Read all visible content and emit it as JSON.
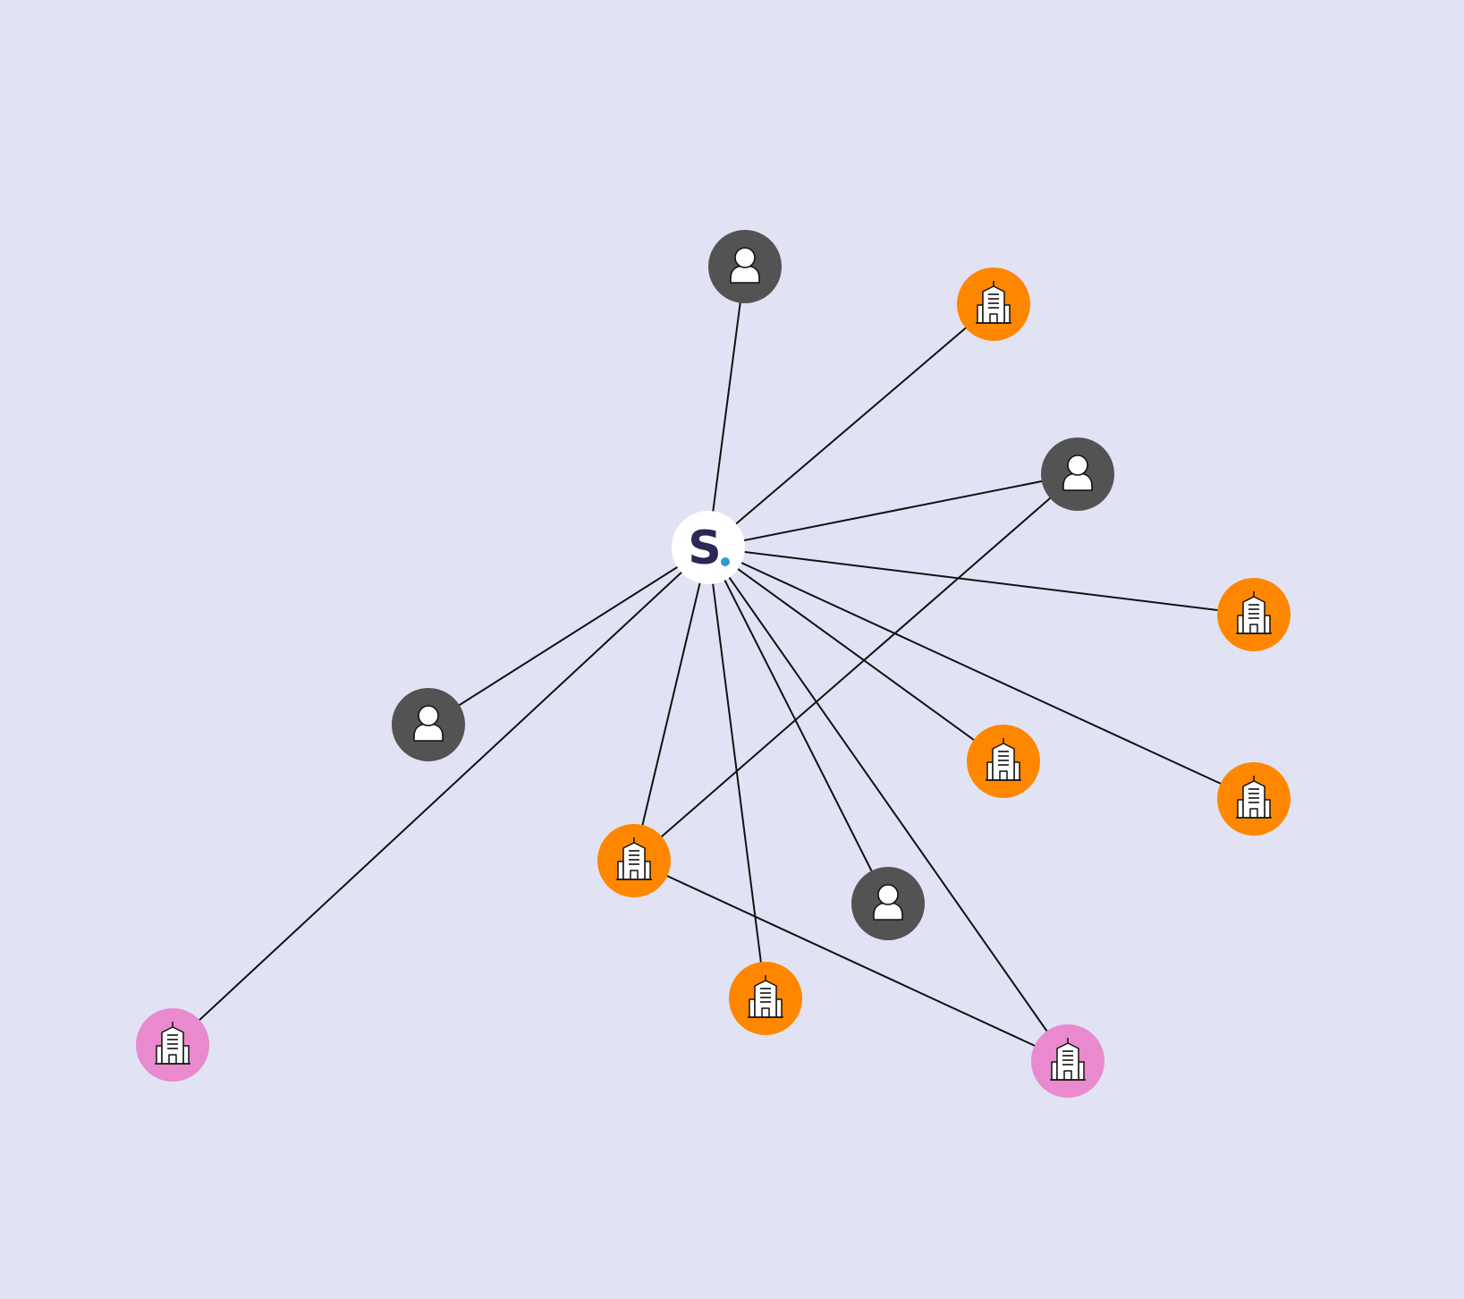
{
  "graph": {
    "hub": {
      "id": "hub",
      "kind": "logo",
      "letter": "S",
      "letter_color": "#272a55",
      "dot_color": "#2e9bd6",
      "fill": "#ffffff"
    },
    "nodes": [
      {
        "id": "person-1",
        "kind": "person",
        "color": "#535353"
      },
      {
        "id": "org-1",
        "kind": "organization",
        "color": "#ff8700"
      },
      {
        "id": "person-2",
        "kind": "person",
        "color": "#535353"
      },
      {
        "id": "org-2",
        "kind": "organization",
        "color": "#ff8700"
      },
      {
        "id": "person-3",
        "kind": "person",
        "color": "#535353"
      },
      {
        "id": "org-3",
        "kind": "organization",
        "color": "#ff8700"
      },
      {
        "id": "org-4",
        "kind": "organization",
        "color": "#ff8700"
      },
      {
        "id": "org-5",
        "kind": "organization",
        "color": "#ff8700"
      },
      {
        "id": "person-4",
        "kind": "person",
        "color": "#535353"
      },
      {
        "id": "org-6",
        "kind": "organization",
        "color": "#ff8700"
      },
      {
        "id": "org-7",
        "kind": "organization",
        "color": "#e88acd"
      },
      {
        "id": "org-8",
        "kind": "organization",
        "color": "#e88acd"
      }
    ],
    "edges": [
      [
        "hub",
        "person-1"
      ],
      [
        "hub",
        "org-1"
      ],
      [
        "hub",
        "person-2"
      ],
      [
        "hub",
        "org-2"
      ],
      [
        "hub",
        "person-3"
      ],
      [
        "hub",
        "org-3"
      ],
      [
        "hub",
        "org-4"
      ],
      [
        "hub",
        "org-5"
      ],
      [
        "hub",
        "person-4"
      ],
      [
        "hub",
        "org-6"
      ],
      [
        "hub",
        "org-7"
      ],
      [
        "hub",
        "org-8"
      ],
      [
        "person-2",
        "org-5"
      ],
      [
        "org-5",
        "org-8"
      ]
    ],
    "edge_color": "#111111",
    "background": "#e1e3f4"
  }
}
